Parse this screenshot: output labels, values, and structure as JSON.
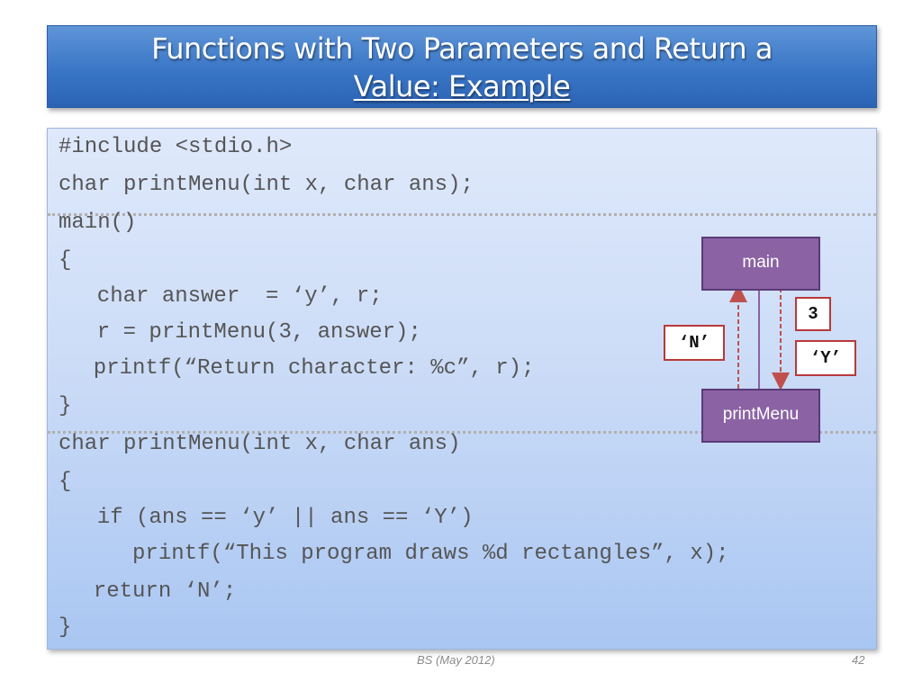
{
  "slide": {
    "title_line1": "Functions with Two Parameters and Return a",
    "title_line2": "Value: Example"
  },
  "code_lines": [
    "#include <stdio.h>",
    "char printMenu(int x, char ans);",
    "main()",
    "{",
    "  char answer  = ‘y’, r;",
    "  r = printMenu(3, answer);",
    "  printf(“Return character: %c”, r);",
    "}",
    "char printMenu(int x, char ans)",
    "{",
    "  if (ans == ‘y’ || ans == ‘Y’)",
    "     printf(“This program draws %d rectangles”, x);",
    "  return ‘N’;",
    "}"
  ],
  "diagram": {
    "caller": "main",
    "callee": "printMenu",
    "return_value": "‘N’",
    "arg1": "3",
    "arg2": "‘Y’",
    "colors": {
      "node_fill": "#8b63a4",
      "arrow": "#c0504d",
      "line": "#8b63a4"
    }
  },
  "footer": {
    "source": "BS (May 2012)",
    "page_number": "42"
  }
}
